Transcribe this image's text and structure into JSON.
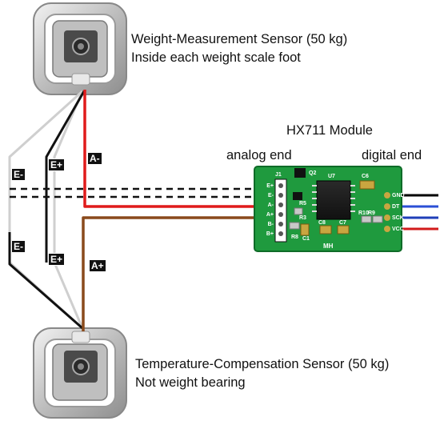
{
  "sensors": {
    "top": {
      "title": "Weight-Measurement Sensor (50 kg)",
      "subtitle": "Inside each weight scale foot"
    },
    "bottom": {
      "title": "Temperature-Compensation Sensor (50 kg)",
      "subtitle": "Not weight bearing"
    }
  },
  "module": {
    "title": "HX711 Module",
    "analog_label": "analog end",
    "digital_label": "digital end",
    "board_text": {
      "j1": "J1",
      "q2": "Q2",
      "u7": "U7",
      "c6": "C6",
      "c8": "C8",
      "c7": "C7",
      "r8": "R8",
      "c1": "C1",
      "r9": "R9",
      "r10": "R10",
      "r5": "R5",
      "r3": "R3",
      "brand": "MH"
    },
    "analog_pins": [
      "E+",
      "E-",
      "A-",
      "A+",
      "B-",
      "B+"
    ],
    "digital_pins": [
      "GND",
      "DT",
      "SCK",
      "VCC"
    ]
  },
  "wire_labels": {
    "e_minus_top": "E-",
    "e_plus_top": "E+",
    "a_minus": "A-",
    "e_minus_bottom": "E-",
    "e_plus_bottom": "E+",
    "a_plus": "A+"
  },
  "colors": {
    "red_wire": "#e01b1b",
    "black_wire": "#111111",
    "white_wire": "#cfcfcf",
    "brown_wire": "#8a4a1c",
    "pcb_green": "#1f9a3e",
    "gnd": "#000000",
    "dt": "#2b4fd6",
    "sck": "#1f3fb8",
    "vcc": "#d21a1a"
  }
}
